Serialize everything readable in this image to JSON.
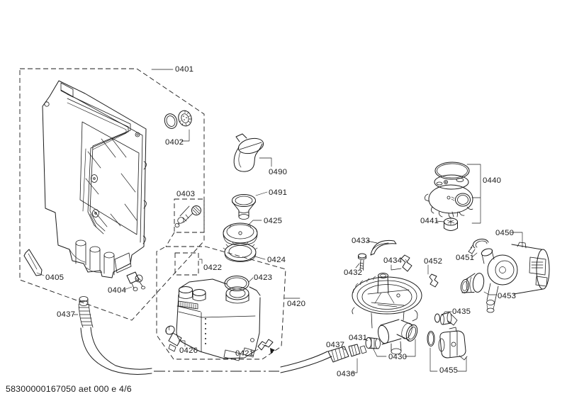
{
  "document": {
    "footer_code": "58300000167050 aet 000 e 4/6"
  },
  "colors": {
    "line": "#1a1a1a",
    "background": "#ffffff"
  },
  "part_labels": {
    "0401": "0401",
    "0402": "0402",
    "0403": "0403",
    "0404": "0404",
    "0405": "0405",
    "0420": "0420",
    "0421": "0421",
    "0422": "0422",
    "0423": "0423",
    "0424": "0424",
    "0425": "0425",
    "0426": "0426",
    "0430": "0430",
    "0431": "0431",
    "0432": "0432",
    "0433": "0433",
    "0434": "0434",
    "0435": "0435",
    "0436": "0436",
    "0437": "0437",
    "0440": "0440",
    "0441": "0441",
    "0450": "0450",
    "0451": "0451",
    "0452": "0452",
    "0453": "0453",
    "0455": "0455",
    "0490": "0490",
    "0491": "0491"
  }
}
